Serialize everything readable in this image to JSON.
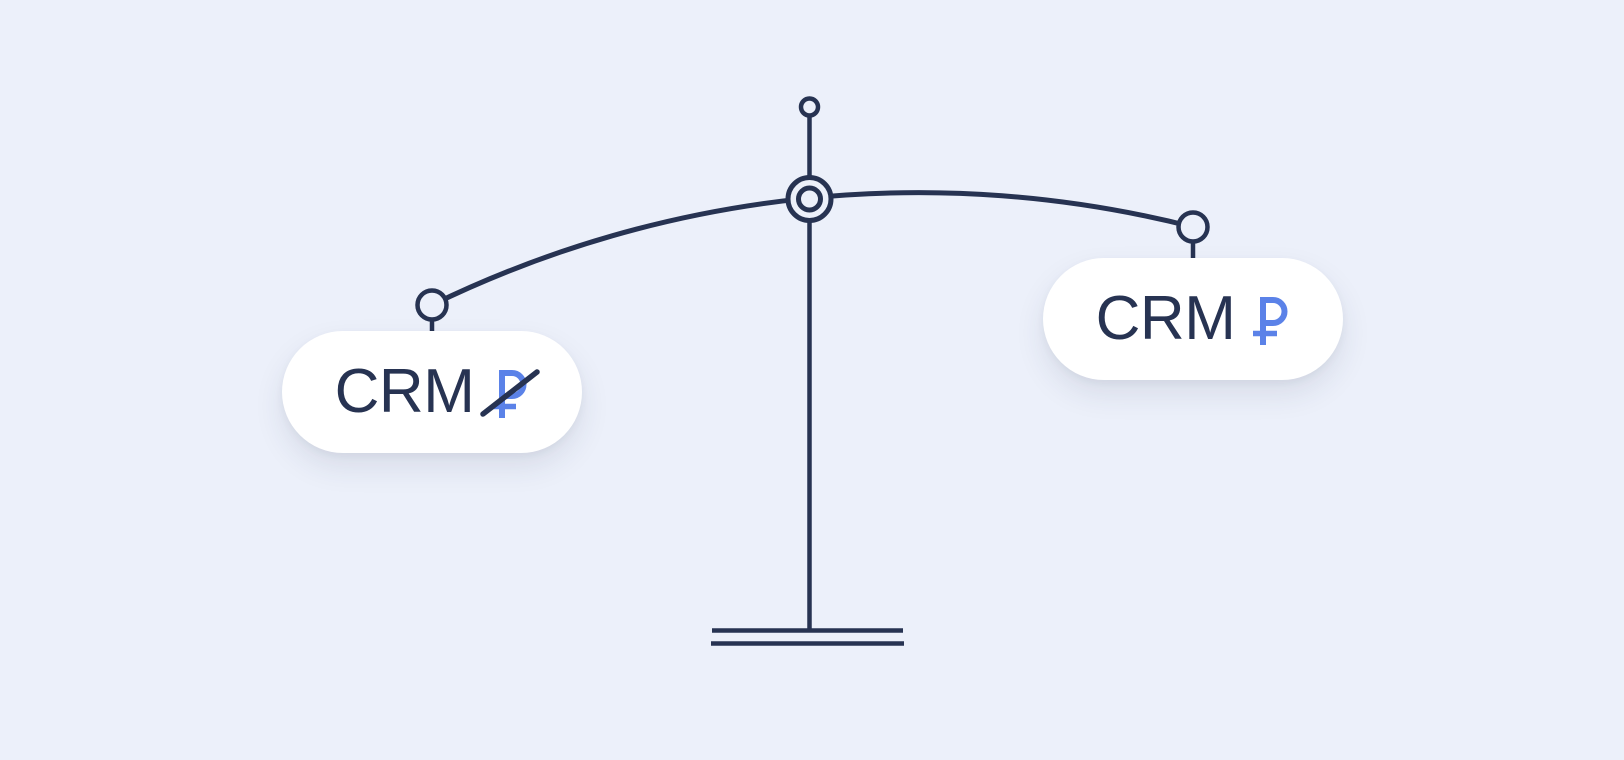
{
  "illustration": {
    "name": "crm-pricing-balance-scale",
    "background_color": "#ecf0fa",
    "colors": {
      "line_navy": "#273352",
      "ruble_blue": "#5b82e8",
      "pill_white": "#ffffff"
    },
    "scale": {
      "parts": [
        "top-knob",
        "pivot-double-ring",
        "beam-arc",
        "stand-pole",
        "base-lines",
        "left-hanger-ring",
        "right-hanger-ring"
      ]
    },
    "left_pill": {
      "label": "CRM",
      "currency_symbol": "₽",
      "currency_icon": "ruble-icon",
      "struck_through": true,
      "aria": "CRM with crossed-out ruble sign",
      "position": "lower (heavier side)"
    },
    "right_pill": {
      "label": "CRM",
      "currency_symbol": "₽",
      "currency_icon": "ruble-icon",
      "struck_through": false,
      "aria": "CRM with ruble sign",
      "position": "higher (lighter side)"
    }
  }
}
